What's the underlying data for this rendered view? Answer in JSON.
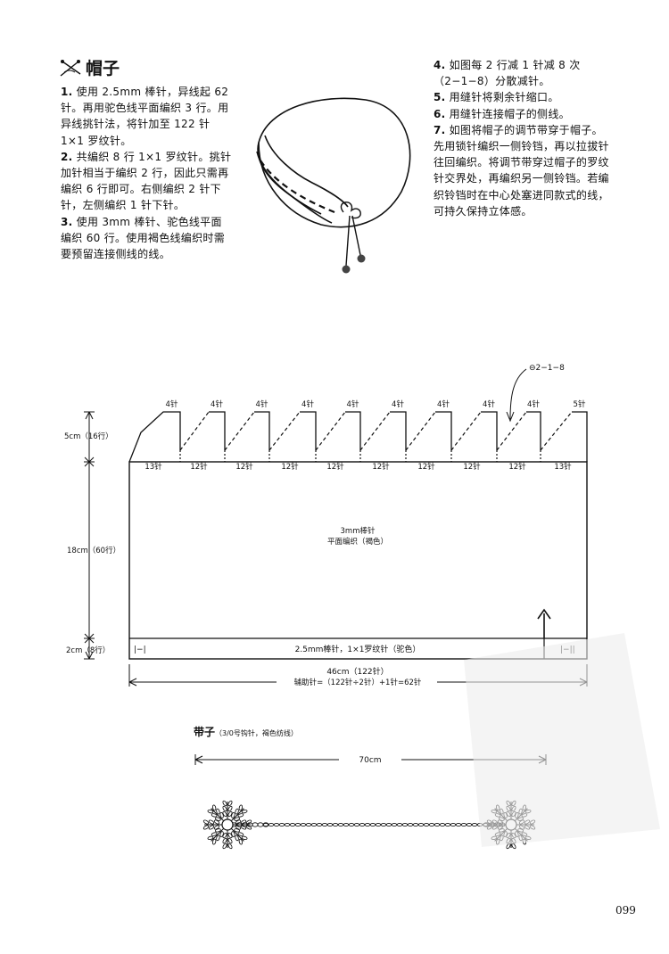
{
  "title": "帽子",
  "left_steps": [
    {
      "num": "1.",
      "text": "使用 2.5mm 棒针，异线起 62 针。再用驼色线平面编织 3 行。用异线挑针法，将针加至 122 针 1×1 罗纹针。"
    },
    {
      "num": "2.",
      "text": "共编织 8 行 1×1 罗纹针。挑针加针相当于编织 2 行，因此只需再编织 6 行即可。右侧编织 2 针下针，左侧编织 1 针下针。"
    },
    {
      "num": "3.",
      "text": "使用 3mm 棒针、驼色线平面编织 60 行。使用褐色线编织时需要预留连接侧线的线。"
    }
  ],
  "right_steps": [
    {
      "num": "4.",
      "text": "如图每 2 行减 1 针减 8 次（2−1−8）分散减针。"
    },
    {
      "num": "5.",
      "text": "用缝针将剩余针缩口。"
    },
    {
      "num": "6.",
      "text": "用缝针连接帽子的侧线。"
    },
    {
      "num": "7.",
      "text": "如图将帽子的调节带穿于帽子。先用锁针编织一侧铃铛，再以拉拔针往回编织。将调节带穿过帽子的罗纹针交界处，再编织另一侧铃铛。若编织铃铛时在中心处塞进同款式的线，可持久保持立体感。"
    }
  ],
  "diagram": {
    "decrease_note": "⊖2−1−8",
    "top_labels": [
      "4针",
      "4针",
      "4针",
      "4针",
      "4针",
      "4针",
      "4针",
      "4针",
      "4针",
      "5针"
    ],
    "valley_labels": [
      "13针",
      "12针",
      "12针",
      "12针",
      "12针",
      "12针",
      "12针",
      "12针",
      "12针",
      "13针"
    ],
    "left_dims": [
      "5cm（16行）",
      "18cm（60行）",
      "2cm（8行）"
    ],
    "body_label_1": "3mm棒针",
    "body_label_2": "平面编织（褐色）",
    "rib_left": "|−|",
    "rib_center": "2.5mm棒针，1×1罗纹针（驼色）",
    "rib_right": "|−||",
    "width_label": "46cm（122针）",
    "aux_label": "辅助针=（122针÷2针）+1针=62针"
  },
  "strap": {
    "label": "带子",
    "sub": "（3/0号钩针，褐色纺线）",
    "length": "70cm"
  },
  "page_number": "099"
}
